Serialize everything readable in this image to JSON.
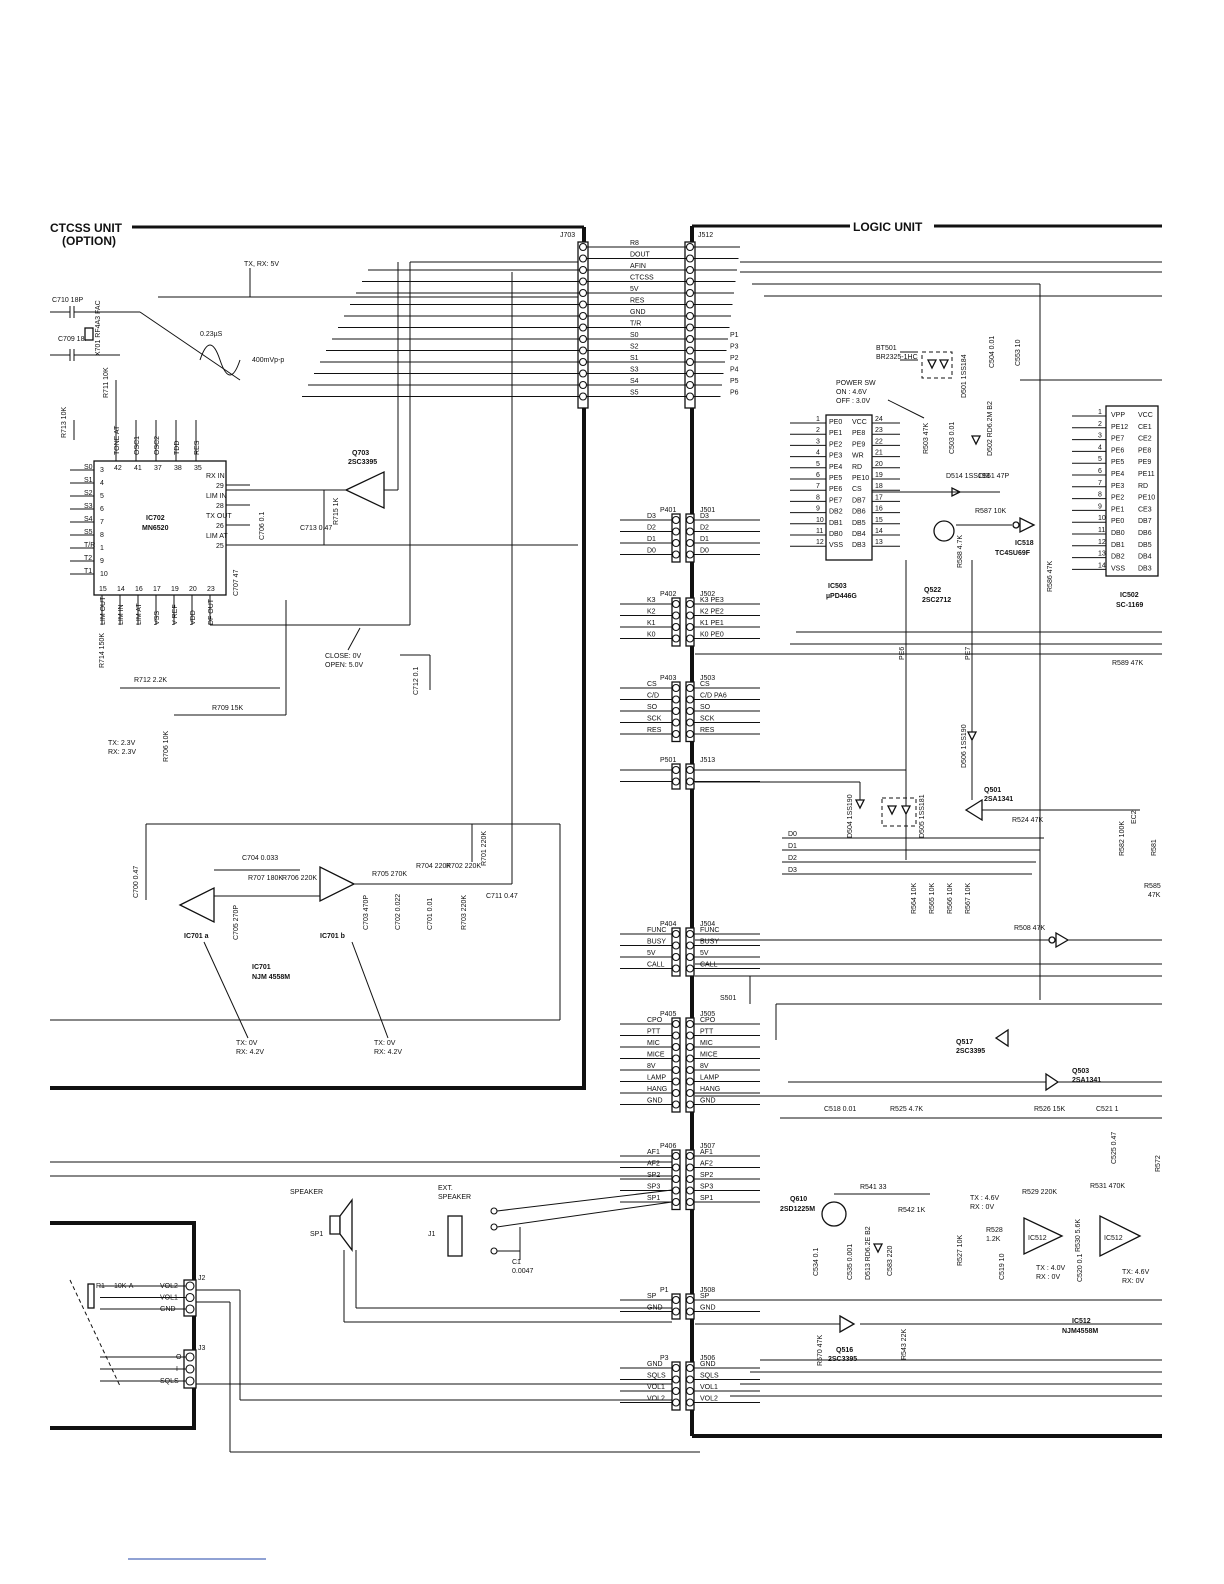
{
  "units": {
    "ctcss_title": "CTCSS UNIT",
    "ctcss_sub": "(OPTION)",
    "logic_title": "LOGIC UNIT"
  },
  "j703_bus": {
    "left_connector": "J703",
    "right_connector": "J512",
    "signals": [
      "R8",
      "DOUT",
      "AFIN",
      "CTCSS",
      "5V",
      "RES",
      "GND",
      "T/R",
      "S0",
      "S2",
      "S1",
      "S3",
      "S4",
      "S5"
    ],
    "right_pins": [
      "",
      "",
      "",
      "",
      "",
      "",
      "",
      "",
      "P1",
      "P3",
      "P2",
      "P4",
      "P5",
      "P6"
    ]
  },
  "ctcss": {
    "supply_note": "TX, RX: 5V",
    "c710": "C710 18P",
    "c709": "C709 18P",
    "x701": "X701 RF4A3 FAC",
    "wave_period": "0.23µS",
    "wave_amp": "400mVp-p",
    "r711": "R711 10K",
    "r713": "R713 10K",
    "ic702_name": "IC702",
    "ic702_part": "MN6520",
    "ic702_left_pins": [
      "S0",
      "S1",
      "S2",
      "S3",
      "S4",
      "S5",
      "T/R",
      "T2",
      "T1"
    ],
    "ic702_left_nums": [
      "3",
      "4",
      "5",
      "6",
      "7",
      "8",
      "1",
      "9",
      "10"
    ],
    "ic702_top_pins": [
      "TONE AT",
      "OSC1",
      "OSC2",
      "TDD",
      "RES"
    ],
    "ic702_top_nums": [
      "42",
      "41",
      "37",
      "38",
      "35"
    ],
    "ic702_right_pins": [
      "RX IN",
      "LIM IN",
      "TX OUT",
      "LIM AT"
    ],
    "ic702_right_nums": [
      "29",
      "28",
      "26",
      "25"
    ],
    "ic702_bottom_pins": [
      "LIM OUT",
      "LIM IN",
      "LIM AT",
      "VSS",
      "V REF",
      "VDD",
      "DF OUT"
    ],
    "ic702_bottom_nums": [
      "15",
      "14",
      "16",
      "17",
      "19",
      "20",
      "23"
    ],
    "q703_name": "Q703",
    "q703_part": "2SC3395",
    "r715": "R715 1K",
    "c713": "C713 0.47",
    "c706": "C706 0.1",
    "c707": "C707 47",
    "r714": "R714 150K",
    "r712": "R712 2.2K",
    "close_note": "CLOSE: 0V",
    "open_note": "OPEN: 5.0V",
    "c712": "C712 0.1",
    "r709": "R709 15K",
    "tx_rx_23a": "TX: 2.3V",
    "tx_rx_23b": "RX: 2.3V",
    "r706a": "R706 10K",
    "c704": "C704 0.033",
    "r707": "R707 180K",
    "r706b": "R706 220K",
    "c705": "C705 270P",
    "c700": "C700 0.47",
    "ic701a": "IC701 a",
    "ic701b": "IC701 b",
    "ic701_name": "IC701",
    "ic701_part": "NJM 4558M",
    "r705": "R705 270K",
    "r704": "R704 220K",
    "r702": "R702 220K",
    "r701": "R701 220K",
    "c703": "C703 470P",
    "c702": "C702 0.022",
    "c701": "C701 0.01",
    "r703": "R703 220K",
    "c711": "C711 0.47",
    "txrx_a1": "TX: 0V",
    "txrx_a2": "RX: 4.2V",
    "txrx_b1": "TX: 0V",
    "txrx_b2": "RX: 4.2V"
  },
  "connectors": [
    {
      "left": "P401",
      "right": "J501",
      "left_labels": [
        "D3",
        "D2",
        "D1",
        "D0"
      ],
      "right_labels": [
        "D3",
        "D2",
        "D1",
        "D0"
      ]
    },
    {
      "left": "P402",
      "right": "J502",
      "left_labels": [
        "K3",
        "K2",
        "K1",
        "K0"
      ],
      "right_labels": [
        "K3 PE3",
        "K2 PE2",
        "K1 PE1",
        "K0 PE0"
      ]
    },
    {
      "left": "P403",
      "right": "J503",
      "left_labels": [
        "CS",
        "C/D",
        "SO",
        "SCK",
        "RES"
      ],
      "right_labels": [
        "CS",
        "C/D PA6",
        "SO",
        "SCK",
        "RES"
      ]
    },
    {
      "left": "P501",
      "right": "J513",
      "left_labels": [],
      "right_labels": []
    },
    {
      "left": "P404",
      "right": "J504",
      "left_labels": [
        "FUNC",
        "BUSY",
        "5V",
        "CALL"
      ],
      "right_labels": [
        "FUNC",
        "BUSY",
        "5V",
        "CALL"
      ]
    },
    {
      "left": "P405",
      "right": "J505",
      "left_labels": [
        "CPO",
        "PTT",
        "MIC",
        "MICE",
        "8V",
        "LAMP",
        "HANG",
        "GND"
      ],
      "right_labels": [
        "CPO",
        "PTT",
        "MIC",
        "MICE",
        "8V",
        "LAMP",
        "HANG",
        "GND"
      ]
    },
    {
      "left": "P406",
      "right": "J507",
      "left_labels": [
        "AF1",
        "AF2",
        "SP2",
        "SP3",
        "SP1"
      ],
      "right_labels": [
        "AF1",
        "AF2",
        "SP2",
        "SP3",
        "SP1"
      ]
    },
    {
      "left": "P1",
      "right": "J508",
      "left_labels": [
        "SP",
        "GND"
      ],
      "right_labels": [
        "SP",
        "GND"
      ]
    },
    {
      "left": "P3",
      "right": "J506",
      "left_labels": [
        "GND",
        "SQLS",
        "VOL1",
        "VOL2"
      ],
      "right_labels": [
        "GND",
        "SQLS",
        "VOL1",
        "VOL2"
      ]
    }
  ],
  "logic": {
    "bt501": "BT501",
    "bt501_part": "BR2325-1HC",
    "c504": "C504 0.01",
    "c553": "C553 10",
    "d501": "D501 1SS184",
    "power_sw_1": "POWER SW",
    "power_sw_2": "ON : 4.6V",
    "power_sw_3": "OFF : 3.0V",
    "ic503_name": "IC503",
    "ic503_part": "µPD446G",
    "ic503_left": [
      "PE0",
      "PE1",
      "PE2",
      "PE3",
      "PE4",
      "PE5",
      "PE6",
      "PE7",
      "DB2",
      "DB1",
      "DB0",
      "VSS"
    ],
    "ic503_left_nums": [
      "1",
      "2",
      "3",
      "4",
      "5",
      "6",
      "7",
      "8",
      "9",
      "10",
      "11",
      "12"
    ],
    "ic503_right": [
      "VCC",
      "PE8",
      "PE9",
      "WR",
      "RD",
      "PE10",
      "CS",
      "DB7",
      "DB6",
      "DB5",
      "DB4",
      "DB3"
    ],
    "ic503_right_nums": [
      "24",
      "23",
      "22",
      "21",
      "20",
      "19",
      "18",
      "17",
      "16",
      "15",
      "14",
      "13"
    ],
    "r503": "R503 47K",
    "c503": "C503 0.01",
    "d502": "D502 RD6.2M B2",
    "d514": "D514 1SS193",
    "c561": "C561 47P",
    "r587": "R587 10K",
    "r588": "R588 4.7K",
    "q522_name": "Q522",
    "q522_part": "2SC2712",
    "ic518_name": "IC518",
    "ic518_part": "TC4SU69F",
    "r586": "R586 47K",
    "ic502_name": "IC502",
    "ic502_part": "SC-1169",
    "ic502_left": [
      "VPP",
      "PE12",
      "PE7",
      "PE6",
      "PE5",
      "PE4",
      "PE3",
      "PE2",
      "PE1",
      "PE0",
      "DB0",
      "DB1",
      "DB2",
      "VSS"
    ],
    "ic502_left_nums": [
      "1",
      "2",
      "3",
      "4",
      "5",
      "6",
      "7",
      "8",
      "9",
      "10",
      "11",
      "12",
      "13",
      "14"
    ],
    "ic502_right": [
      "VCC",
      "CE1",
      "CE2",
      "PE8",
      "PE9",
      "PE11",
      "RD",
      "PE10",
      "CE3",
      "DB7",
      "DB6",
      "DB5",
      "DB4",
      "DB3"
    ],
    "r589": "R589 47K",
    "pe6": "PE6",
    "pe7": "PE7",
    "d506": "D506 1SS190",
    "q501_name": "Q501",
    "q501_part": "2SA1341",
    "r524": "R524 47K",
    "d504": "D504 1SS190",
    "d505": "D505 1SS181",
    "d_lines": [
      "D0",
      "D1",
      "D2",
      "D3"
    ],
    "r564": "R564 10K",
    "r565": "R565 10K",
    "r566": "R566 10K",
    "r567": "R567 10K",
    "r582": "R582 100K",
    "r581": "R581",
    "ec2": "EC2",
    "r585a": "R585",
    "r585b": "47K",
    "r508": "R508 47K",
    "s501": "S501",
    "q517_name": "Q517",
    "q517_part": "2SC3395",
    "q503_name": "Q503",
    "q503_part": "2SA1341",
    "c518": "C518 0.01",
    "r525": "R525 4.7K",
    "r526": "R526 15K",
    "c521": "C521 1",
    "c525": "C525 0.47",
    "r572": "R572",
    "q610_name": "Q610",
    "q610_part": "2SD1225M",
    "r541": "R541 33",
    "r542": "R542 1K",
    "c534": "C534 0.1",
    "c535": "C535 0.001",
    "d513": "D513 RD6.2E B2",
    "c583": "C583 220",
    "tx46": "TX : 4.6V",
    "rx0": "RX : 0V",
    "r529": "R529 220K",
    "r531": "R531 470K",
    "r528a": "R528",
    "r528b": "1.2K",
    "r527": "R527 10K",
    "c519": "C519 10",
    "ic512a": "IC512",
    "ic512b": "IC512",
    "r530": "R530 5.6K",
    "c520": "C520 0.1",
    "txrx_40a": "TX : 4.0V",
    "txrx_40b": "RX : 0V",
    "txrx_46a": "TX: 4.6V",
    "txrx_46b": "RX: 0V",
    "ic512_name": "IC512",
    "ic512_part": "NJM4558M",
    "q516_name": "Q516",
    "q516_part": "2SC3395",
    "r570": "R570 47K",
    "r543": "R543 22K"
  },
  "front": {
    "speaker": "SPEAKER",
    "sp1": "SP1",
    "ext_speaker_1": "EXT.",
    "ext_speaker_2": "SPEAKER",
    "j1": "J1",
    "c1": "C1",
    "c1_val": "0.0047",
    "r1": "R1",
    "r1_val": "10K-A",
    "j2": "J2",
    "j2_labels": [
      "VOL2",
      "VOL1",
      "GND"
    ],
    "j3": "J3",
    "j3_labels": [
      "O",
      "I",
      "SQLS"
    ]
  }
}
